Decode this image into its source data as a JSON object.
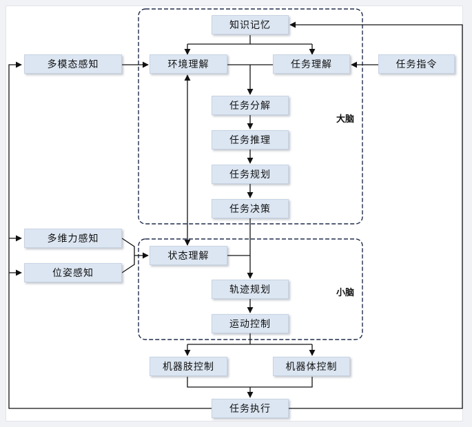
{
  "regions": {
    "brain": "大脑",
    "cerebellum": "小脑"
  },
  "nodes": {
    "knowledge_memory": "知识记忆",
    "multimodal_perception": "多模态感知",
    "environment_understanding": "环境理解",
    "task_understanding": "任务理解",
    "task_instruction": "任务指令",
    "task_decomposition": "任务分解",
    "task_reasoning": "任务推理",
    "task_planning": "任务规划",
    "task_decision": "任务决策",
    "multidim_force_perception": "多维力感知",
    "pose_perception": "位姿感知",
    "state_understanding": "状态理解",
    "trajectory_planning": "轨迹规划",
    "motion_control": "运动控制",
    "limb_control": "机器肢控制",
    "body_control": "机器体控制",
    "task_execution": "任务执行"
  },
  "colors": {
    "node_fill": "#dce6f2",
    "node_border": "#c7d3e3",
    "line": "#111111",
    "region_border": "#1f2a4a"
  }
}
